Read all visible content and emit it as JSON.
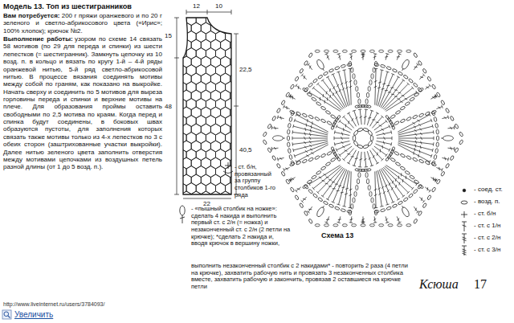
{
  "diagram": {
    "title": "Модель 13. Топ из шестигранников",
    "labels": [
      "Вам потребуется:",
      "200 г пряжи оранжевого и по 20 г зеленого и светло-абрикосового цвета («Ирис»; 100% хлопок); крючок №2.",
      "Выполнение работы:",
      "узором по схеме 14 связать 58 мотивов (по 29 для переда и спинки) из шести лепестков (= шестигранник). Замкнуть цепочку из 10 возд. п. в кольцо и вязать по кругу 1-й – 4-й ряды оранжевой нитью, 5-й ряд светло-абрикосовой нитью. В процессе вязания соединять мотивы между собой по граням, как показано на выкройке. Начать сверху и соединить по 5 мотивов для выреза горловины переда и спинки и верхние мотивы на плече. Для образования проймы оставить свободными по 2,5 мотива по краям. Когда перед и спинка будут соединены, в боковых швах образуются пустоты, для заполнения которых связать также мотивы только из 4-х лепестков по 3 с обеих сторон (заштрихованные участки выкройки). Далее нитью зеленого цвета заполнить отверстия между мотивами цепочками из воздушных петель разной длины (от 1 до 5 возд. п.).",
      "12",
      "10",
      "15",
      "48",
      "22,5",
      "40,5",
      "22",
      "- ст. б/н, провязанный за группу столбиков 1-го ряда",
      "- «пышный столбик на ножке»: сделать 4 накида и выполнить первый ст. с 2/н (= ножка) и незаконченный ст. с 2/н (2 петли на крючке); *сделать 2 накида и, вводя крючок в вершину ножки,",
      "выполнить незаконченный столбик с 2 накидами* - повторить 2 раза (4 петли на крючке), захватить рабочую нить и провязать 3 незаконченных столбика вместе, захватить рабочую и закончить, провязав 2 оставшиеся на крючке петли",
      "Схема 13",
      "Ксюша",
      "17",
      "http://www.liveinternet.ru/users/3784093/",
      "Увеличить"
    ],
    "legend": [
      {
        "text": "- соед. ст."
      },
      {
        "text": "- возд. п."
      },
      {
        "text": "- ст. б/н"
      },
      {
        "text": "- ст. с 1/н"
      },
      {
        "text": "- ст. с 2/н"
      },
      {
        "text": "- ст. с 3/н"
      }
    ]
  }
}
